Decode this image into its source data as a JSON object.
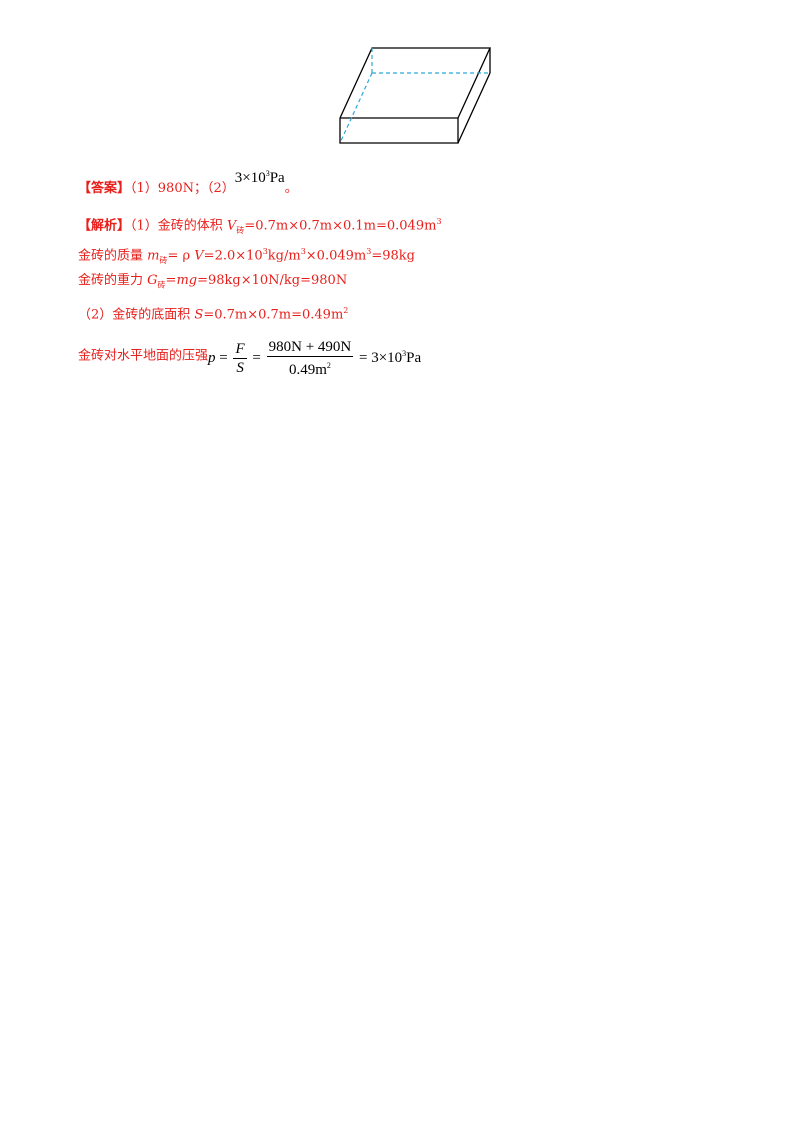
{
  "answer": {
    "label": "【答案】",
    "part1": "（1）980N；（2）",
    "pressure_base": "3×10",
    "pressure_exp": "3",
    "pressure_unit": "Pa",
    "end_mark": "。"
  },
  "analysis": {
    "label": "【解析】",
    "line1": {
      "prefix": "（1）金砖的体积 ",
      "var": "V",
      "sub": "砖",
      "rest": "=0.7m×0.7m×0.1m=0.049m",
      "sup": "3"
    },
    "line2": {
      "prefix": "金砖的质量 ",
      "var": "m",
      "sub": "砖",
      "eq": "= ρ ",
      "var2": "V",
      "rest": "=2.0×10",
      "sup1": "3",
      "rest2": "kg/m",
      "sup2": "3",
      "rest3": "×0.049m",
      "sup3": "3",
      "rest4": "=98kg"
    },
    "line3": {
      "prefix": "金砖的重力 ",
      "var": "G",
      "sub": "砖",
      "eq": "=",
      "var2": "mg",
      "rest": "=98kg×10N/kg=980N"
    },
    "line4": {
      "prefix": "（2）金砖的底面积 ",
      "var": "S",
      "rest": "=0.7m×0.7m=0.49m",
      "sup": "2"
    },
    "line5": {
      "prefix": "金砖对水平地面的压强",
      "p": "p",
      "eq1": " = ",
      "F": "F",
      "S": "S",
      "eq2": " = ",
      "num": "980N + 490N",
      "den_base": "0.49m",
      "den_sup": "2",
      "eq3": " = 3×10",
      "res_sup": "3",
      "res_unit": "Pa"
    }
  }
}
